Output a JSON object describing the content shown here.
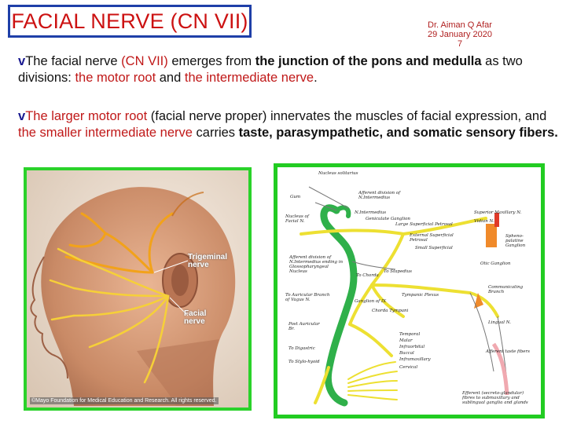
{
  "title": "FACIAL NERVE (CN VII)",
  "author": {
    "name": "Dr. Aiman Q Afar",
    "date": "29 January 2020",
    "page": "7"
  },
  "bullet1": {
    "marker": "v",
    "p1": "The facial nerve ",
    "p2": "(CN VII)",
    "p3": " emerges from ",
    "p4": "the junction of the pons and medulla",
    "p5": " as two divisions: ",
    "p6": "the motor root",
    "p7": " and ",
    "p8": "the intermediate nerve",
    "p9": "."
  },
  "bullet2": {
    "marker": "v",
    "p1": "The larger motor root",
    "p2": " (facial nerve proper)",
    "p3": " innervates the muscles of facial expression, and ",
    "p4": "the smaller intermediate nerve",
    "p5": " carries ",
    "p6": "taste, parasympathetic, and somatic sensory fibers."
  },
  "left_figure": {
    "label_trigeminal": "Trigeminal nerve",
    "label_facial": "Facial nerve",
    "credit": "©Mayo Foundation for Medical Education and Research. All rights reserved."
  },
  "right_figure": {
    "labels": {
      "nucleus_solitarius": "Nucleus solitarius",
      "gum": "Gum",
      "afferent_division": "Afferent division of N.Intermedius",
      "nucleus_facial": "Nucleus of Facial N.",
      "n_intermedius": "N.Intermedius",
      "geniculate": "Geniculate Ganglion",
      "superior_maxillary": "Superior Maxillary N.",
      "vidian": "Vidian N.",
      "greater_superficial": "Large Superficial Petrosal",
      "external_superficial": "External Superficial Petrosal",
      "small_superficial": "Small Superficial",
      "sphenopalatine": "Spheno-palatine Ganglion",
      "otic": "Otic Ganglion",
      "afferent_division2": "Afferent division of N.Intermedius ending in Glossopharyngeal Nucleus",
      "to_auricular": "To Auricular Branch of Vagus N.",
      "tympanic_plexus": "Tympanic Plexus",
      "communicating": "Communicating Branch",
      "chorda": "Chorda Tympani",
      "lingual": "Lingual N.",
      "post_auricular": "Post Auricular Br.",
      "to_digastric": "To Digastric",
      "to_stylohyoid": "To Stylo-hyoid",
      "temporal": "Temporal",
      "malar": "Malar",
      "infraorbital": "Infraorbital",
      "buccal": "Buccal",
      "inframaxillary": "Inframaxillary",
      "cervical": "Cervical",
      "afferent_fibers": "Afferent taste fibers",
      "efferent": "Efferent (secreto-glandular) fibres to submaxillary and sublingual ganglia and glands",
      "to_chorda": "To Chorda",
      "to_stapedius": "To Stapedius",
      "ganglion_ix": "Ganglion of IX"
    }
  }
}
